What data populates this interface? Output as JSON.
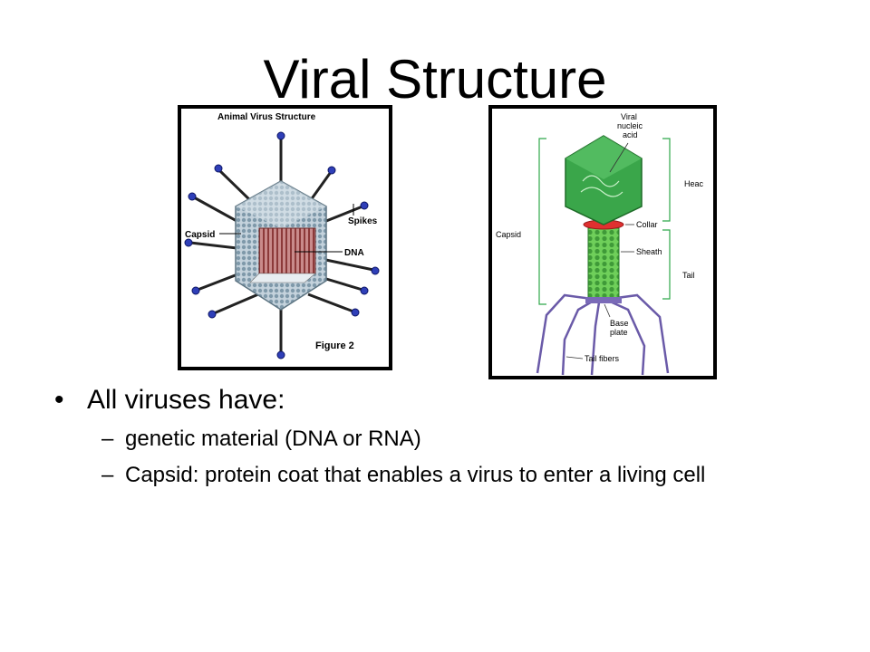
{
  "slide": {
    "title": "Viral Structure",
    "figure_left": {
      "heading": "Animal Virus Structure",
      "labels": {
        "spikes": "Spikes",
        "capsid": "Capsid",
        "dna": "DNA"
      },
      "caption": "Figure 2"
    },
    "figure_right": {
      "labels": {
        "viral": "Viral",
        "nucleic": "nucleic",
        "acid": "acid",
        "head": "Heac",
        "collar": "Collar",
        "capsid": "Capsid",
        "sheath": "Sheath",
        "tail": "Tail",
        "base": "Base",
        "plate": "plate",
        "tail_fibers": "Tail fibers"
      }
    },
    "bullet": {
      "marker": "•",
      "text": "All viruses have:",
      "sub_marker": "–",
      "sub_items": [
        "genetic material (DNA or RNA)",
        "Capsid: protein coat that enables a virus to enter a living cell"
      ]
    },
    "colors": {
      "capsid": "#8fa9b8",
      "dna": "#a85a5a",
      "spike_ball": "#2f3fb8",
      "phage_head": "#3aa64a",
      "phage_sheath": "#5cbf4a",
      "collar": "#e03030",
      "tail_fiber": "#6a5aa8",
      "bracket": "#2fa84a"
    }
  }
}
